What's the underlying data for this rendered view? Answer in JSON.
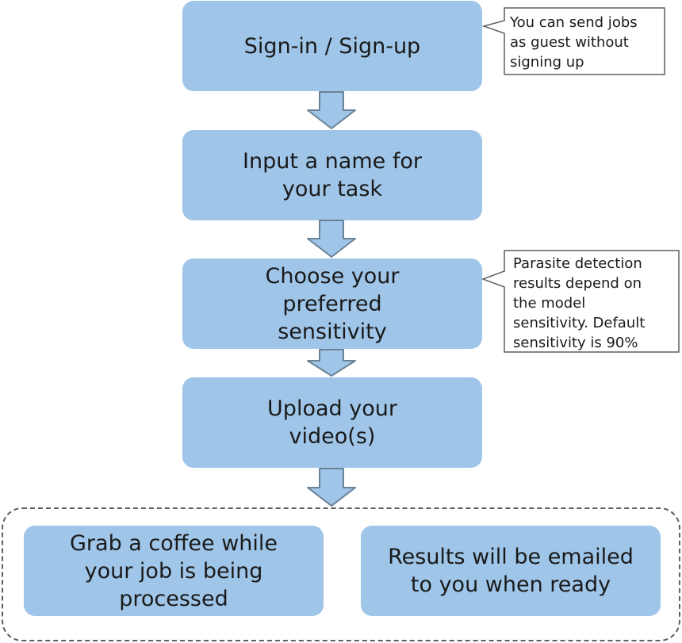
{
  "steps": [
    {
      "lines": [
        "Sign-in / Sign-up"
      ]
    },
    {
      "lines": [
        "Input a name for",
        "your task"
      ]
    },
    {
      "lines": [
        "Choose your",
        "preferred",
        "sensitivity"
      ]
    },
    {
      "lines": [
        "Upload your",
        "video(s)"
      ]
    }
  ],
  "final_steps": [
    {
      "lines": [
        "Grab a coffee while",
        "your job is being",
        "processed"
      ]
    },
    {
      "lines": [
        "Results will be",
        "emailed to you",
        "when ready"
      ]
    }
  ],
  "callouts": [
    {
      "lines": [
        "You can send jobs",
        "as guest without",
        "signing up"
      ]
    },
    {
      "lines": [
        "Parasite detection",
        "results depend on",
        "the model",
        "sensitivity. Default",
        "sensitivity is 90%"
      ]
    }
  ],
  "colors": {
    "box_fill": "#9fc5e8",
    "arrow_fill": "#9fc5e8",
    "arrow_stroke": "#6a8396",
    "dashed_border": "#5f5f5f"
  }
}
